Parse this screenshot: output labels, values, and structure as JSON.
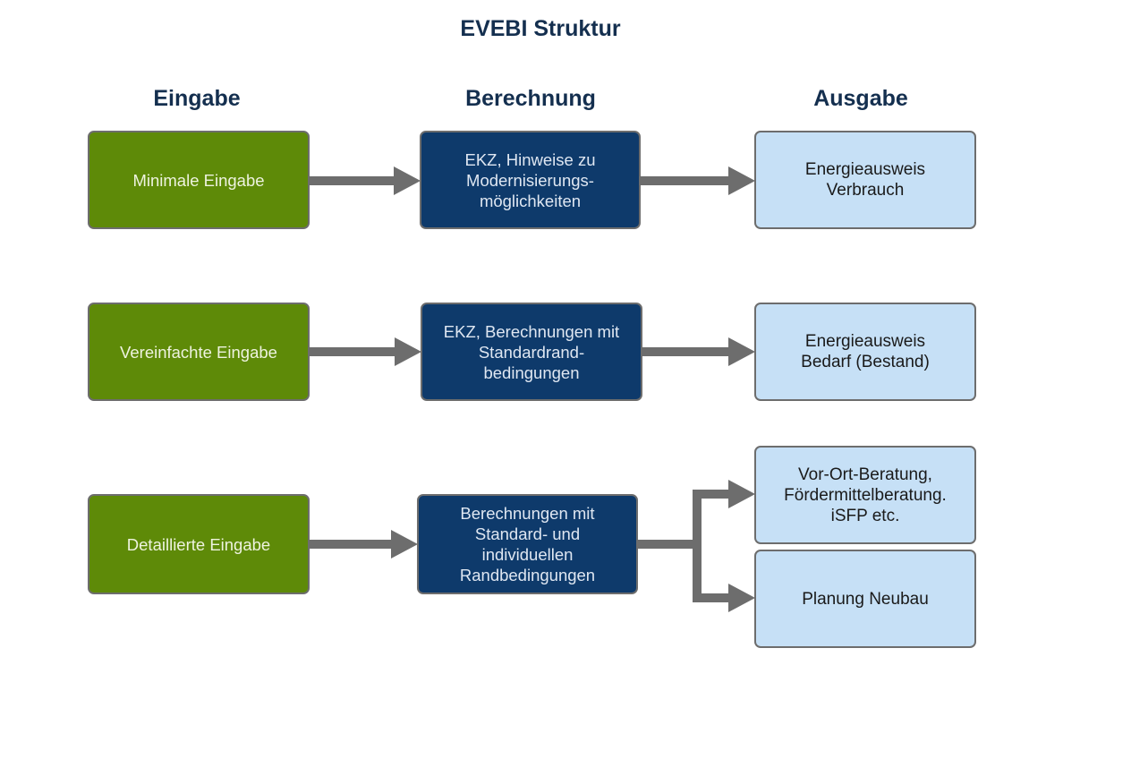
{
  "title": "EVEBI Struktur",
  "columns": {
    "input": "Eingabe",
    "calculation": "Berechnung",
    "output": "Ausgabe"
  },
  "rows": [
    {
      "input": "Minimale Eingabe",
      "calculation": "EKZ, Hinweise zu\nModernisierungs-\nmöglichkeiten",
      "outputs": [
        "Energieausweis\nVerbrauch"
      ]
    },
    {
      "input": "Vereinfachte Eingabe",
      "calculation": "EKZ, Berechnungen mit\nStandardrand-\nbedingungen",
      "outputs": [
        "Energieausweis\nBedarf (Bestand)"
      ]
    },
    {
      "input": "Detaillierte Eingabe",
      "calculation": "Berechnungen mit\nStandard- und\nindividuellen\nRandbedingungen",
      "outputs": [
        "Vor-Ort-Beratung,\nFördermittelberatung.\niSFP etc.",
        "Planung Neubau"
      ]
    }
  ],
  "colors": {
    "heading": "#142f4f",
    "input_box": "#5e8a08",
    "calculation_box": "#0e3a6b",
    "output_box": "#c6e0f6",
    "arrow": "#6d6d6d"
  }
}
